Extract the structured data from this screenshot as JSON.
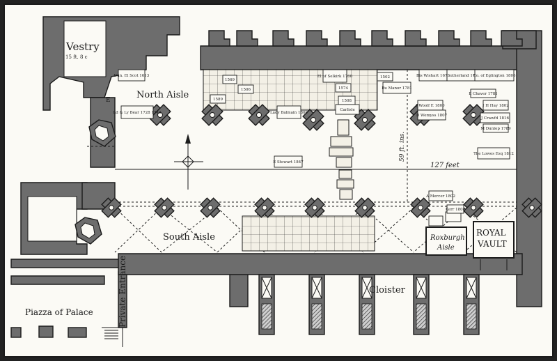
{
  "labels": {
    "vestry": "Vestry",
    "vestry_dims": "15 ft. 8 c",
    "north_aisle": "North Aisle",
    "south_aisle": "South Aisle",
    "cloister": "Cloister",
    "royal": "ROYAL",
    "vault": "VAULT",
    "roxburgh": "Roxburgh",
    "aisle": "Aisle",
    "piazza": "Piazza of Palace",
    "private_entrance": "Private Entrance",
    "length": "127 feet",
    "width": "59 ft. ins.",
    "door_e": "E"
  },
  "tablets": [
    {
      "text": "Dun. El Scot 1613"
    },
    {
      "text": "Ld & Ly Bear 1728 1740"
    },
    {
      "text": "1589"
    },
    {
      "text": "1506"
    },
    {
      "text": "1569"
    },
    {
      "text": "Lady Balmain 1800"
    },
    {
      "text": "El of Selkirk 1760"
    },
    {
      "text": "1574"
    },
    {
      "text": "1508"
    },
    {
      "text": "Carlisle"
    },
    {
      "text": "1502"
    },
    {
      "text": "Bu Manor 1781"
    },
    {
      "text": "Bis Wishart 1671"
    },
    {
      "text": "Sutherland 1783"
    },
    {
      "text": "Co. of Eglington 1806"
    },
    {
      "text": "E Chaver 1781"
    },
    {
      "text": "J Woolf E 1800"
    },
    {
      "text": "D Wemyss 1807"
    },
    {
      "text": "J H Hay 1802"
    },
    {
      "text": "J Crawfd 1816"
    },
    {
      "text": "M Dunlop 1789"
    },
    {
      "text": "The Lowes Esq 1812"
    },
    {
      "text": "E Stewart 1847"
    },
    {
      "text": "A Mercer 1802"
    },
    {
      "text": "Kerr 1808"
    }
  ],
  "colors": {
    "paper": "#fbfaf5",
    "ink": "#1b1b1b",
    "wall": "#6d6d6d"
  },
  "icons": {
    "compass": "compass-rose-icon"
  }
}
